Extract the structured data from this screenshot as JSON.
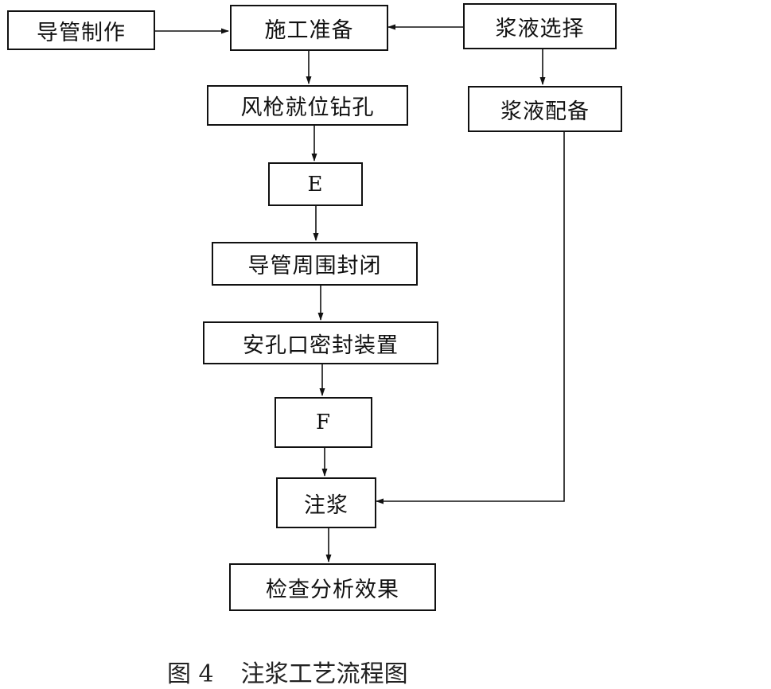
{
  "nodes": {
    "conduit_making": "导管制作",
    "construction_prep": "施工准备",
    "grout_selection": "浆液选择",
    "drill_position": "风枪就位钻孔",
    "grout_mixing": "浆液配备",
    "step_e": "E",
    "conduit_sealing": "导管周围封闭",
    "hole_seal_device": "安孔口密封装置",
    "step_f": "F",
    "grouting": "注浆",
    "check_analysis": "检查分析效果"
  },
  "caption": {
    "figure_number": "图 4",
    "title": "注浆工艺流程图"
  }
}
